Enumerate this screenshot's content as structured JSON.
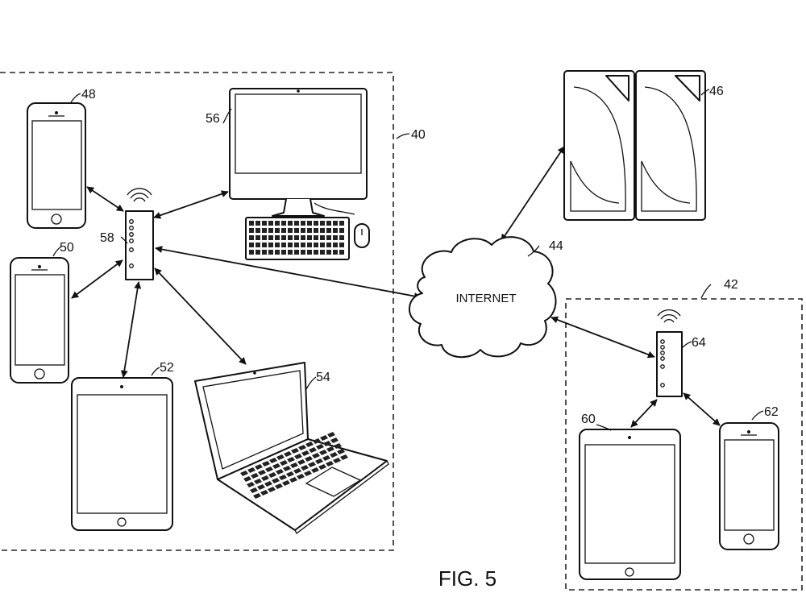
{
  "figure": {
    "caption": "FIG. 5"
  },
  "network": {
    "internet_label": "INTERNET"
  },
  "refs": {
    "home_network": "40",
    "remote_network": "42",
    "internet": "44",
    "servers": "46",
    "phone_top": "48",
    "phone_mid": "50",
    "tablet_home": "52",
    "laptop": "54",
    "desktop": "56",
    "router_home": "58",
    "tablet_remote": "60",
    "phone_remote": "62",
    "router_remote": "64"
  }
}
